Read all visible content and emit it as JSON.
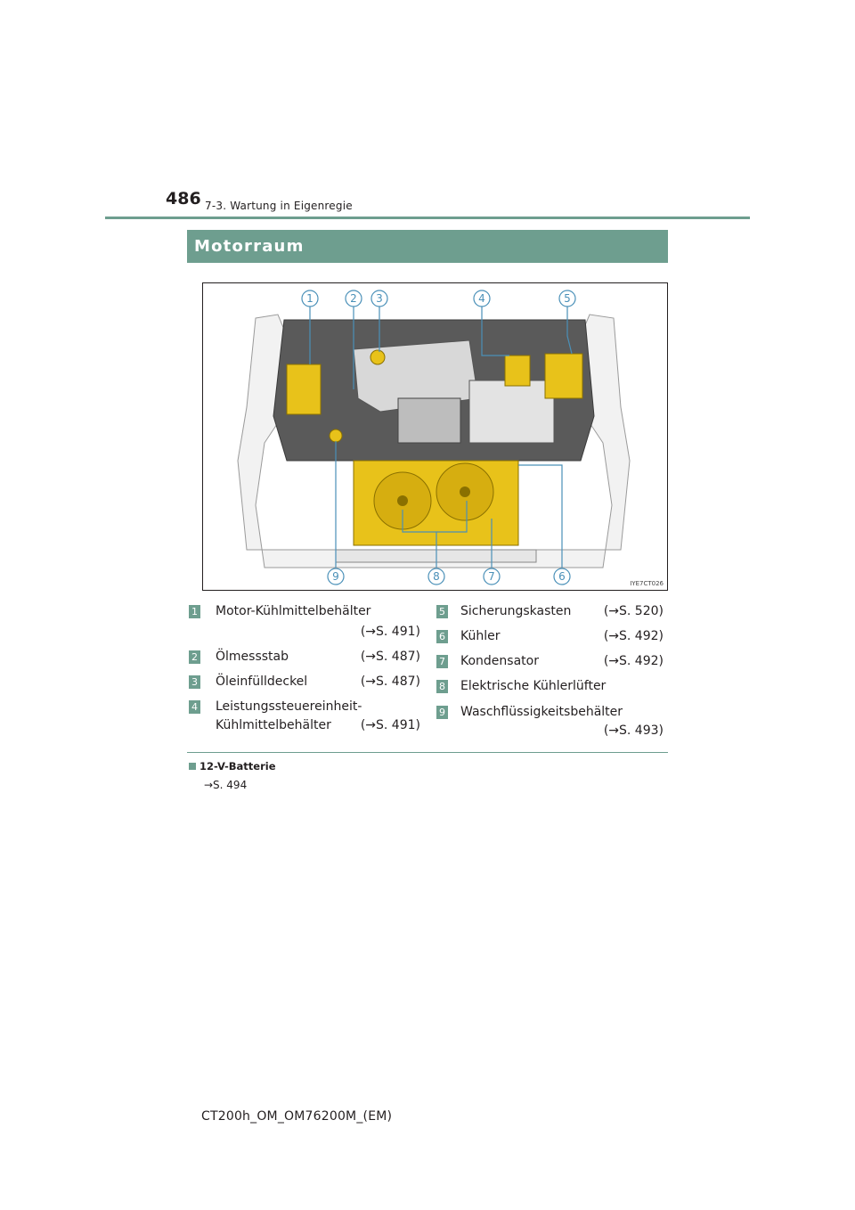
{
  "header": {
    "page_number": "486",
    "section": "7-3. Wartung in Eigenregie"
  },
  "section_title": "Motorraum",
  "figure": {
    "code": "IYE7CT026",
    "callouts_top": [
      "1",
      "2",
      "3",
      "4",
      "5"
    ],
    "callouts_bottom": [
      "9",
      "8",
      "7",
      "6"
    ],
    "colors": {
      "highlight": "#e8c21a",
      "accent": "#6e9e8f"
    }
  },
  "legend": {
    "left": [
      {
        "num": "1",
        "label": "Motor-Kühlmittelbehälter",
        "ref": "(→S. 491)"
      },
      {
        "num": "2",
        "label": "Ölmessstab",
        "ref": "(→S. 487)"
      },
      {
        "num": "3",
        "label": "Öleinfülldeckel",
        "ref": "(→S. 487)"
      },
      {
        "num": "4",
        "label": "Leistungssteuereinheit-",
        "label2": "Kühlmittelbehälter",
        "ref": "(→S. 491)"
      }
    ],
    "right": [
      {
        "num": "5",
        "label": "Sicherungskasten",
        "ref": "(→S. 520)"
      },
      {
        "num": "6",
        "label": "Kühler",
        "ref": "(→S. 492)"
      },
      {
        "num": "7",
        "label": "Kondensator",
        "ref": "(→S. 492)"
      },
      {
        "num": "8",
        "label": "Elektrische Kühlerlüfter",
        "ref": ""
      },
      {
        "num": "9",
        "label": "Waschflüssigkeitsbehälter",
        "ref": "(→S. 493)"
      }
    ]
  },
  "note": {
    "title": "12-V-Batterie",
    "ref": "→S. 494"
  },
  "footer": "CT200h_OM_OM76200M_(EM)"
}
